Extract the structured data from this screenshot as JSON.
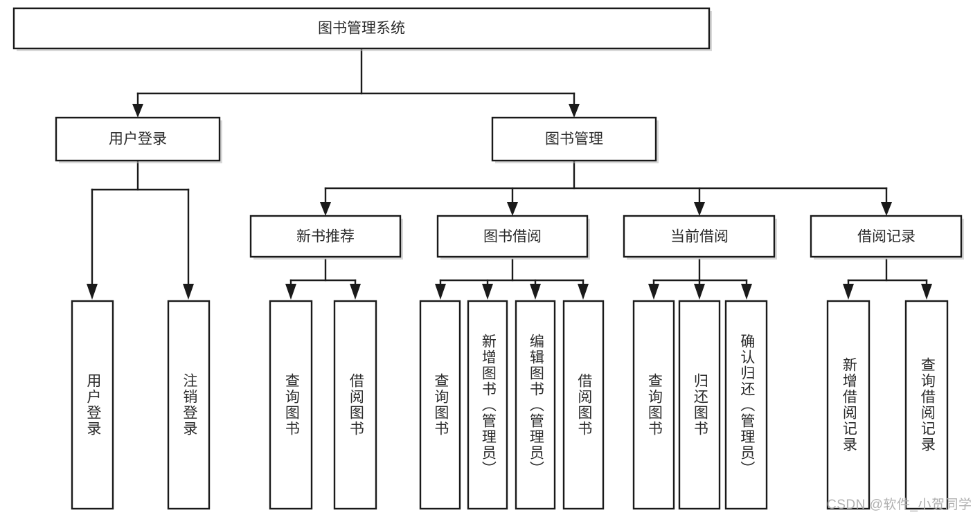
{
  "diagram": {
    "title": "图书管理系统",
    "watermark": "CSDN @软件_小贺同学",
    "type": "tree",
    "root": {
      "id": "root",
      "label": "图书管理系统"
    },
    "level2": [
      {
        "id": "user-login",
        "label": "用户登录"
      },
      {
        "id": "book-manage",
        "label": "图书管理"
      }
    ],
    "level3": [
      {
        "id": "new-book-rec",
        "label": "新书推荐",
        "parent": "book-manage"
      },
      {
        "id": "book-borrow",
        "label": "图书借阅",
        "parent": "book-manage"
      },
      {
        "id": "current-borrow",
        "label": "当前借阅",
        "parent": "book-manage"
      },
      {
        "id": "borrow-record",
        "label": "借阅记录",
        "parent": "book-manage"
      }
    ],
    "leaves": [
      {
        "id": "leaf-user-login",
        "label": "用户登录",
        "parent": "user-login"
      },
      {
        "id": "leaf-user-logout",
        "label": "注销登录",
        "parent": "user-login"
      },
      {
        "id": "leaf-query-book-1",
        "label": "查询图书",
        "parent": "new-book-rec"
      },
      {
        "id": "leaf-borrow-book-1",
        "label": "借阅图书",
        "parent": "new-book-rec"
      },
      {
        "id": "leaf-query-book-2",
        "label": "查询图书",
        "parent": "book-borrow"
      },
      {
        "id": "leaf-add-book",
        "label": "新增图书（管理员）",
        "parent": "book-borrow"
      },
      {
        "id": "leaf-edit-book",
        "label": "编辑图书（管理员）",
        "parent": "book-borrow"
      },
      {
        "id": "leaf-borrow-book-2",
        "label": "借阅图书",
        "parent": "book-borrow"
      },
      {
        "id": "leaf-query-book-3",
        "label": "查询图书",
        "parent": "current-borrow"
      },
      {
        "id": "leaf-return-book",
        "label": "归还图书",
        "parent": "current-borrow"
      },
      {
        "id": "leaf-confirm-return",
        "label": "确认归还（管理员）",
        "parent": "current-borrow"
      },
      {
        "id": "leaf-add-record",
        "label": "新增借阅记录",
        "parent": "borrow-record"
      },
      {
        "id": "leaf-query-record",
        "label": "查询借阅记录",
        "parent": "borrow-record"
      }
    ],
    "colors": {
      "box_stroke": "#1a1a1a",
      "box_fill": "#ffffff",
      "text": "#2b2b2b",
      "watermark": "#b0b0b0",
      "background": "#ffffff"
    }
  }
}
